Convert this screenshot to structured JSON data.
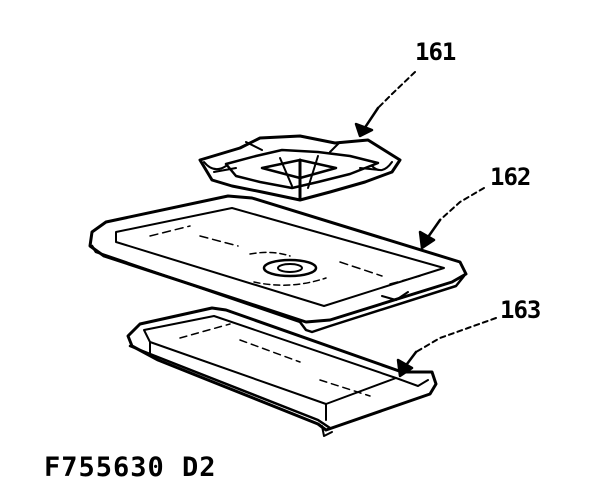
{
  "callouts": {
    "part_161": "161",
    "part_162": "162",
    "part_163": "163"
  },
  "footer": {
    "drawing_code": "F755630 D2"
  }
}
